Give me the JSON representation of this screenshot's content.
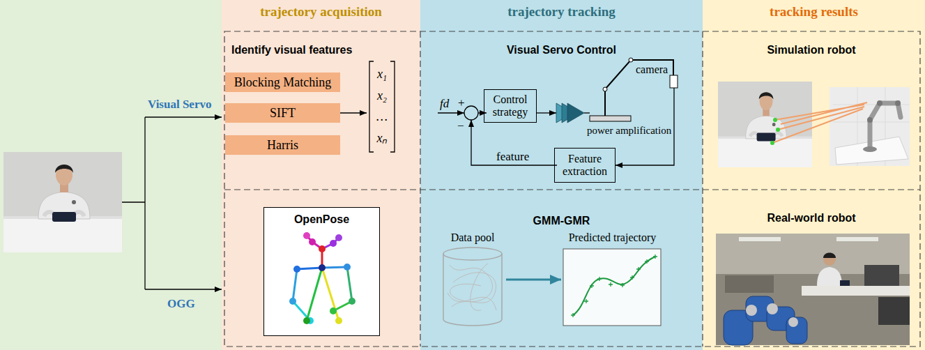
{
  "diagram": {
    "nodes": [
      {
        "text": [
          "trajectory acquisition"
        ]
      },
      {
        "text": [
          "trajectory tracking"
        ]
      },
      {
        "text": [
          "tracking results"
        ]
      },
      {
        "text": [
          "Identify visual features"
        ],
        "in": 0
      },
      {
        "text": [
          "Blocking Matching"
        ],
        "in": 3
      },
      {
        "text": [
          "SIFT"
        ],
        "in": 3
      },
      {
        "text": [
          "Harris"
        ],
        "in": 3
      },
      {
        "text": [
          "x₁",
          "x₂",
          "…",
          "xₙ"
        ],
        "in": 3
      },
      {
        "text": [
          "OpenPose"
        ],
        "in": 0
      },
      {
        "text": [
          "Visual Servo Control"
        ],
        "in": 1
      },
      {
        "text": [
          "Control strategy"
        ],
        "in": 9
      },
      {
        "text": [
          "power amplification"
        ],
        "in": 9
      },
      {
        "text": [
          "camera"
        ],
        "in": 9
      },
      {
        "text": [
          "Feature extraction"
        ],
        "in": 9
      },
      {
        "text": [
          "GMM-GMR"
        ],
        "in": 1
      },
      {
        "text": [
          "Data pool"
        ],
        "in": 14
      },
      {
        "text": [
          "Predicted trajectory"
        ],
        "in": 14
      },
      {
        "text": [
          "Simulation robot"
        ],
        "in": 2
      },
      {
        "text": [
          "Real-world robot"
        ],
        "in": 2
      }
    ],
    "edges": [
      {
        "from": 5,
        "to": 7,
        "arrow": "to"
      },
      {
        "from": 10,
        "to": 11,
        "arrow": "to"
      },
      {
        "from": 11,
        "to": 12,
        "arrow": "none"
      },
      {
        "from": 12,
        "to": 13,
        "arrow": "to"
      },
      {
        "from": 15,
        "to": 16,
        "arrow": "to"
      }
    ],
    "labels": [
      "Visual Servo",
      "OGG",
      "fd",
      "+",
      "−",
      "feature"
    ]
  }
}
